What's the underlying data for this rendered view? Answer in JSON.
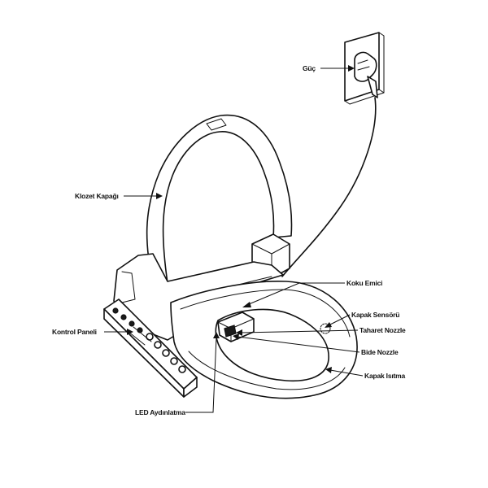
{
  "labels": {
    "power": "Güç",
    "cover": "Klozet Kapağı",
    "odor": "Koku Emici",
    "sensor": "Kapak Sensörü",
    "hygiene_nozzle": "Taharet Nozzle",
    "bidet_nozzle": "Bide Nozzle",
    "seat": "Kapak Isıtma",
    "control_panel": "Kontrol Paneli",
    "led": "LED Aydınlatma"
  },
  "colors": {
    "line": "#111111",
    "background": "#ffffff"
  }
}
